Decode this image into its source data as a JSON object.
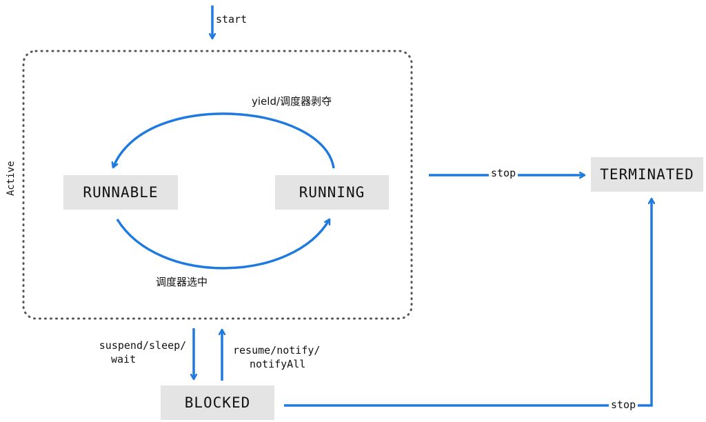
{
  "diagram": {
    "region_label": "Active",
    "colors": {
      "arrow": "#1f7ae0",
      "state_fill": "#e4e4e4",
      "region_border": "#555555"
    },
    "states": {
      "runnable": "RUNNABLE",
      "running": "RUNNING",
      "terminated": "TERMINATED",
      "blocked": "BLOCKED"
    },
    "transitions": {
      "start": "start",
      "yield": "yield/调度器剥夺",
      "schedule": "调度器选中",
      "stop_running": "stop",
      "stop_blocked": "stop",
      "suspend_line1": "suspend/sleep/",
      "suspend_line2": "wait",
      "resume_line1": "resume/notify/",
      "resume_line2": "notifyAll"
    }
  }
}
